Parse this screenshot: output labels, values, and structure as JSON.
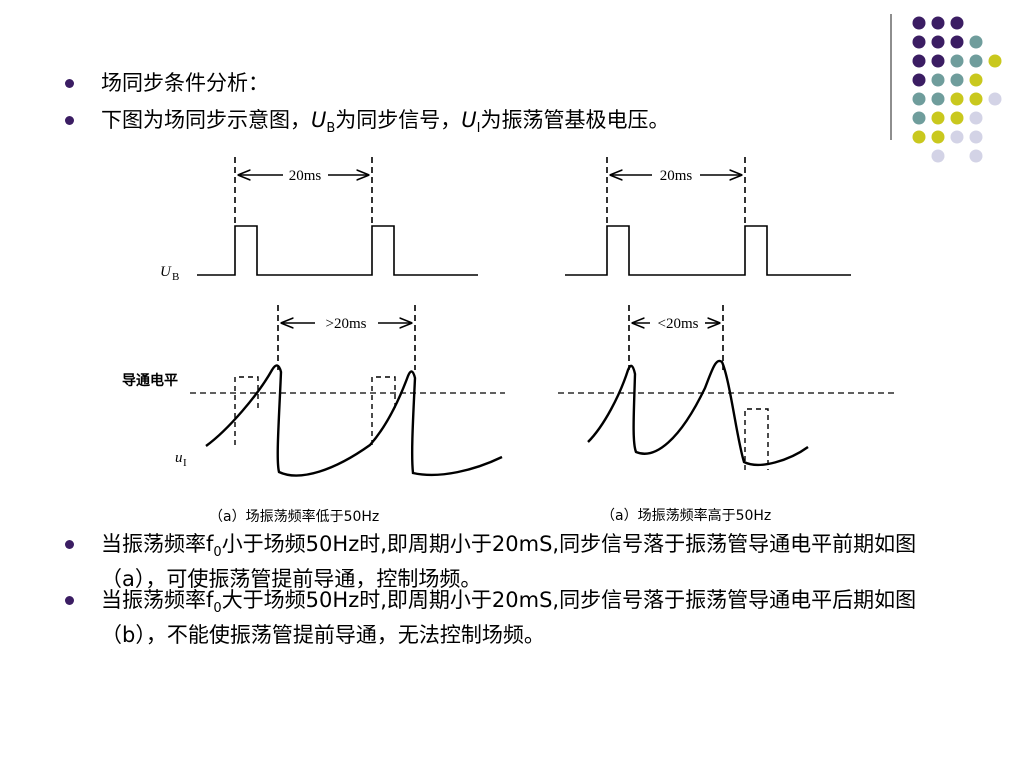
{
  "slide": {
    "bullet1": "场同步条件分析：",
    "bullet2": {
      "part1": "下图为场同步示意图，",
      "ub_main": "U",
      "ub_sub": "B",
      "part2": "为同步信号，",
      "ui_main": "U",
      "ui_sub": "I",
      "part3": "为振荡管基极电压。"
    },
    "bullet3": {
      "part1": "当振荡频率f",
      "sub": "0",
      "part2": "小于场频50Hz时,即周期小于20mS,同步信号落于振荡管导通电平前期如图（a），可使振荡管提前导通，控制场频。"
    },
    "bullet4": {
      "part1": "当振荡频率f",
      "sub": "0",
      "part2": "大于场频50Hz时,即周期小于20mS,同步信号落于振荡管导通电平后期如图（b），不能使振荡管提前导通，无法控制场频。"
    }
  },
  "diagram": {
    "period_left_top": "20ms",
    "period_right_top": "20ms",
    "period_left_bottom": ">20ms",
    "period_right_bottom": "<20ms",
    "ub_label_main": "U",
    "ub_label_sub": "B",
    "ui_label_main": "u",
    "ui_label_sub": "I",
    "level_label": "导通电平",
    "caption_left": "（a）场振荡频率低于50Hz",
    "caption_right": "（a）场振荡频率高于50Hz"
  },
  "decoration": {
    "dot_colors": {
      "purple": "#3b1d63",
      "teal": "#6f9d9c",
      "yellow": "#c9c81e",
      "lavender": "#d3d3e6"
    },
    "bullet_color": "#3b1d63"
  }
}
